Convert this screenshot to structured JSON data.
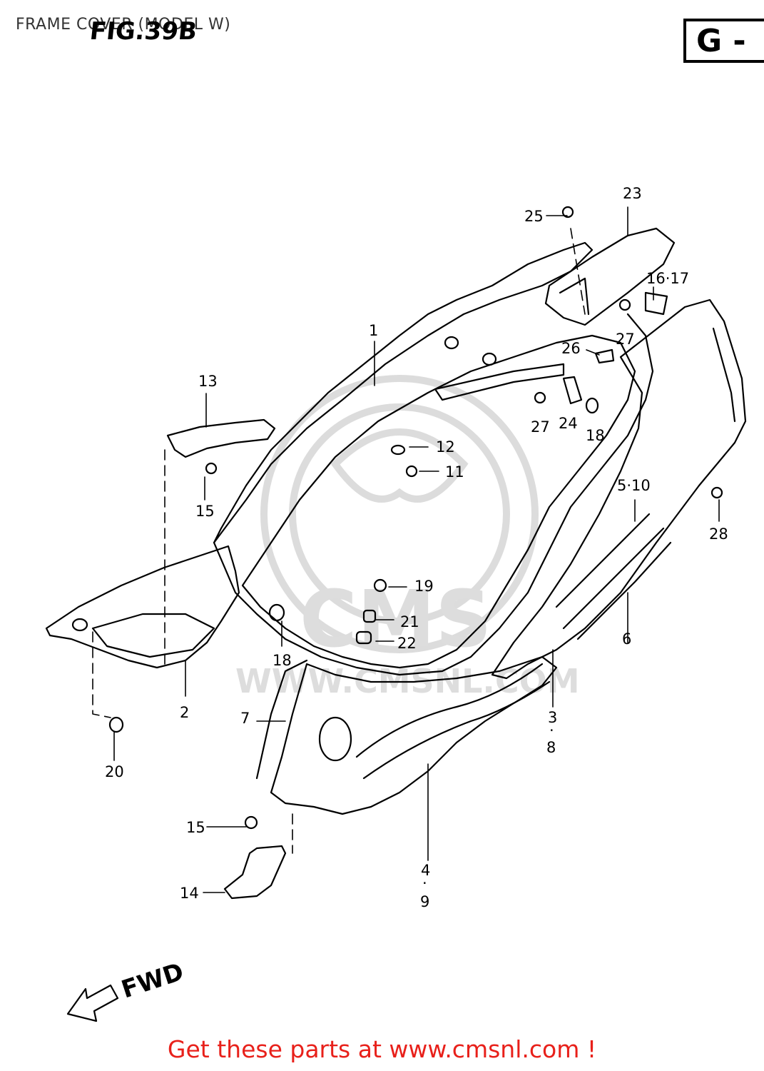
{
  "header": {
    "caption": "FRAME COVER (MODEL W)",
    "fig_title": "FIG.39B",
    "group_code": "G -"
  },
  "watermark": {
    "text": "CMS",
    "url": "WWW.CMSNL.COM"
  },
  "direction_label": "FWD",
  "callouts": [
    "1",
    "2",
    "3",
    "·",
    "8",
    "4",
    "·",
    "9",
    "5·10",
    "6",
    "7",
    "11",
    "12",
    "13",
    "14",
    "15",
    "15",
    "16·17",
    "18",
    "18",
    "19",
    "20",
    "21",
    "22",
    "23",
    "24",
    "25",
    "26",
    "27",
    "27",
    "28"
  ],
  "footer": {
    "text": "Get these parts at www.cmsnl.com !"
  },
  "colors": {
    "line": "#000000",
    "footer": "#e8201a",
    "watermark": "#d9d9d9"
  }
}
